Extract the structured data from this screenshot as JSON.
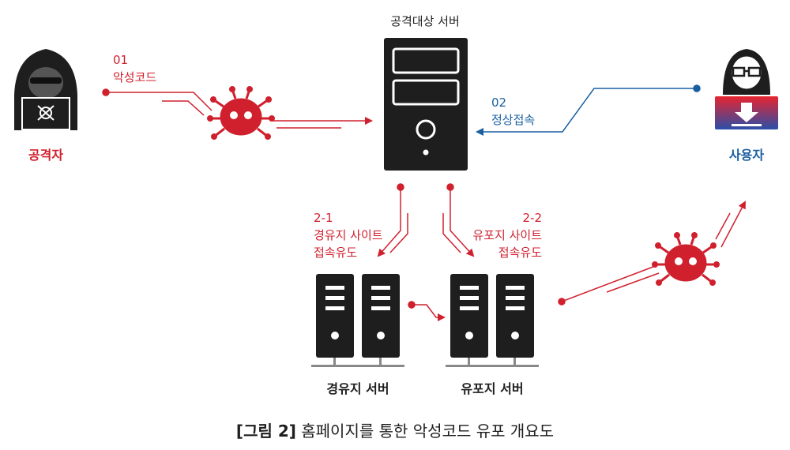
{
  "target": {
    "label": "공격대상 서버"
  },
  "attacker": {
    "label": "공격자",
    "step_number": "01",
    "step_text": "악성코드"
  },
  "user": {
    "label": "사용자",
    "step_number": "02",
    "step_text": "정상접속"
  },
  "redirect_left": {
    "step_number": "2-1",
    "line1": "경유지 사이트",
    "line2": "접속유도"
  },
  "redirect_right": {
    "step_number": "2-2",
    "line1": "유포지 사이트",
    "line2": "접속유도"
  },
  "relay_server": {
    "label": "경유지 서버"
  },
  "dist_server": {
    "label": "유포지 서버"
  },
  "caption": {
    "bold": "[그림 2]",
    "text": " 홈페이지를 통한 악성코드 유포 개요도"
  },
  "colors": {
    "red": "#d0202e",
    "blue": "#1a5fa0",
    "dark": "#1e1e1e",
    "grey": "#888888"
  }
}
